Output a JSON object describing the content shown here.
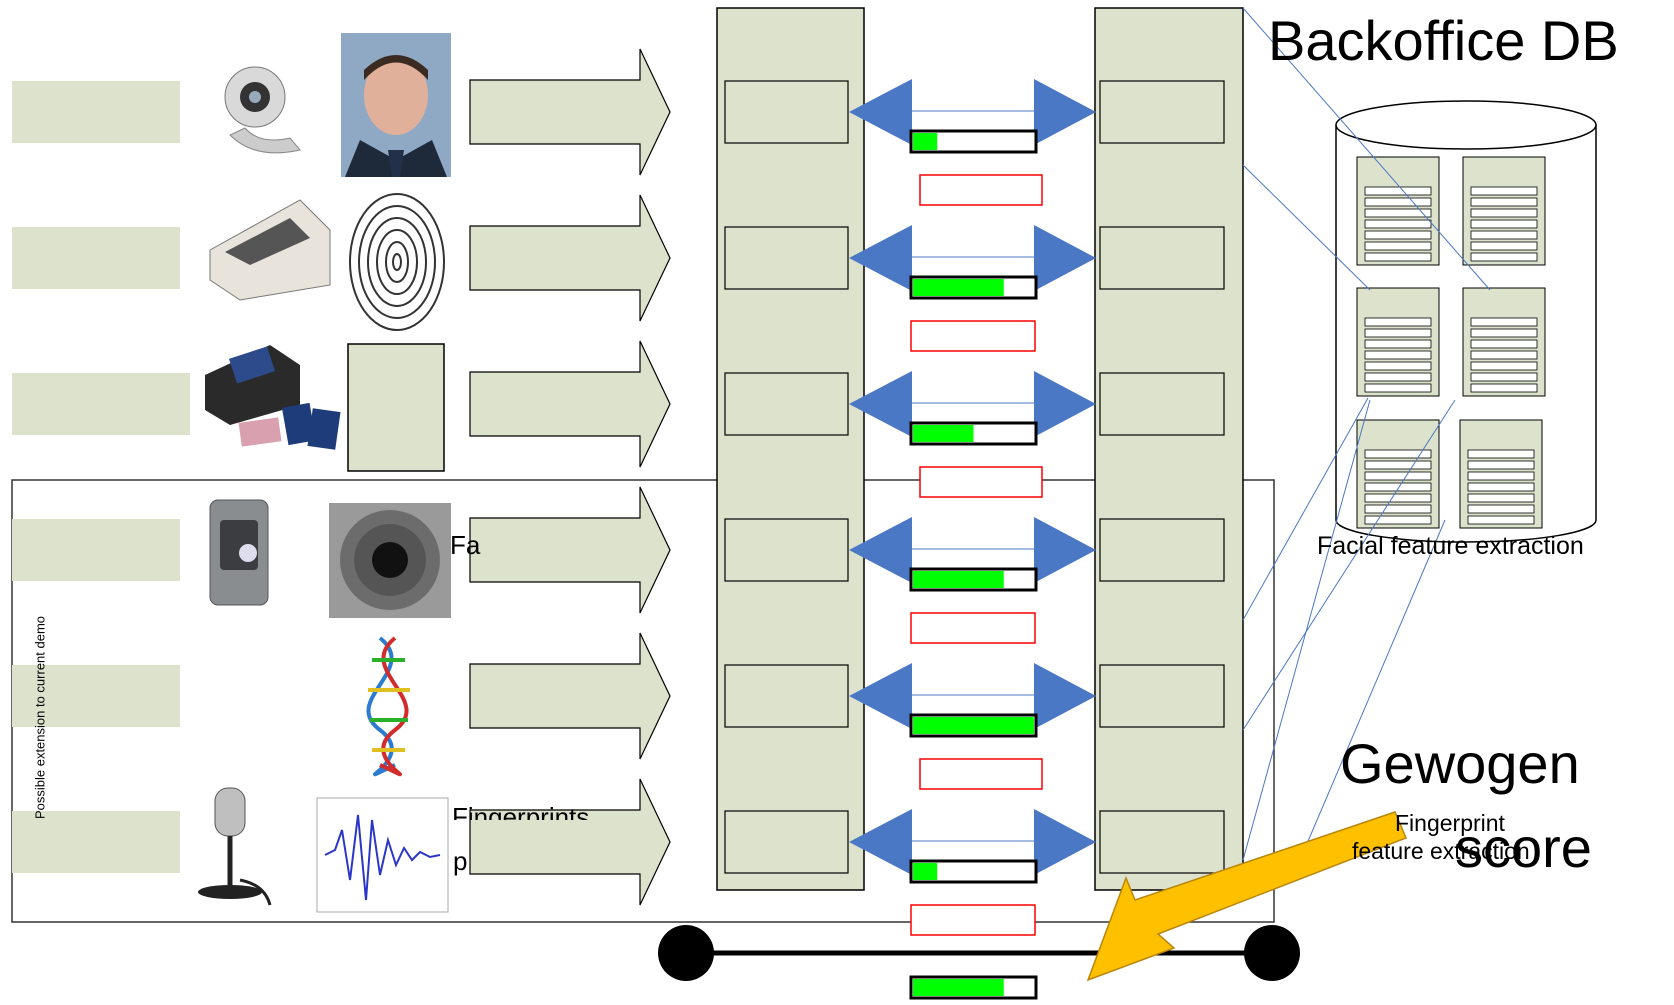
{
  "backoffice_title": "Backoffice DB",
  "db_caption": "Facial feature extraction",
  "score_title_line1": "Gewogen",
  "score_title_line2": "score",
  "fingerprint_caption_line1": "Fingerprint",
  "fingerprint_caption_line2": "feature extraction",
  "extension_label": "Possible extension to current demo",
  "partial_text_iris": "Fa",
  "partial_text_voice_1": "Fingerprints",
  "partial_text_voice_2": "p",
  "score_levels": [
    0.2,
    0.75,
    0.5,
    0.75,
    1.0,
    0.2
  ],
  "final_score_level": 0.75,
  "modalities": [
    {
      "device_icon": "webcam-icon",
      "sample_icon": "face-photo-icon"
    },
    {
      "device_icon": "fingerprint-scanner-icon",
      "sample_icon": "fingerprint-icon"
    },
    {
      "device_icon": "passport-reader-icon",
      "sample_icon": "passport-page-icon"
    },
    {
      "device_icon": "iris-scanner-icon",
      "sample_icon": "iris-image-icon"
    },
    {
      "device_icon": "dna-icon",
      "sample_icon": "dna-helix-icon"
    },
    {
      "device_icon": "microphone-icon",
      "sample_icon": "voice-waveform-icon"
    }
  ],
  "colors": {
    "panel": "#dde2cc",
    "arrow_blue": "#4a78c4",
    "score_green": "#00ff00",
    "threshold_red": "#ff0000",
    "gold_arrow": "#ffc000"
  }
}
